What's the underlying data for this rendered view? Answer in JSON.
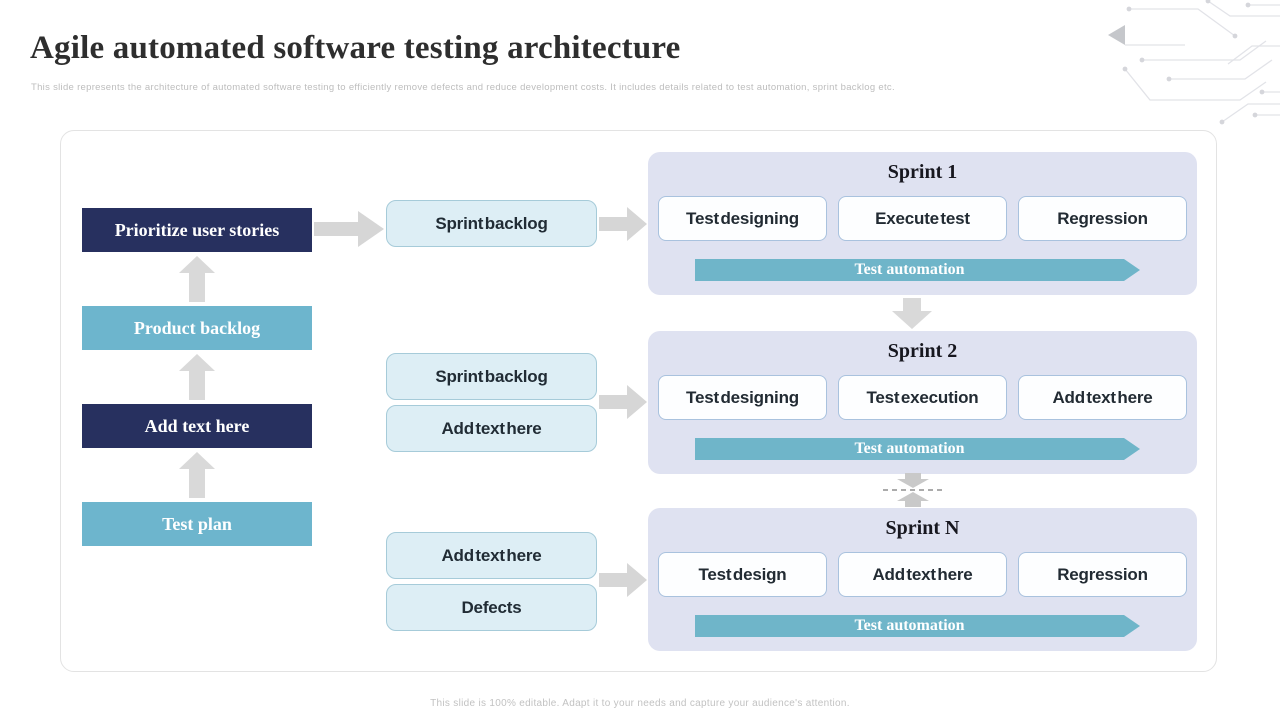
{
  "slide": {
    "title": "Agile automated software testing architecture",
    "subtitle": "This slide represents the architecture of automated software testing to efficiently remove defects and reduce development costs. It includes details related to test automation, sprint backlog etc.",
    "footer": "This slide is 100% editable. Adapt it to your needs and capture your audience's attention."
  },
  "left_flow": {
    "items": [
      {
        "label": "Prioritize user stories",
        "variant": "navy"
      },
      {
        "label": "Product backlog",
        "variant": "teal"
      },
      {
        "label": "Add text here",
        "variant": "navy"
      },
      {
        "label": "Test plan",
        "variant": "teal"
      }
    ]
  },
  "middle_flow": {
    "groups": [
      {
        "boxes": [
          "Sprint backlog"
        ]
      },
      {
        "boxes": [
          "Sprint backlog",
          "Add text here"
        ]
      },
      {
        "boxes": [
          "Add text here",
          "Defects"
        ]
      }
    ]
  },
  "sprints": [
    {
      "title": "Sprint 1",
      "tasks": [
        "Test designing",
        "Execute test",
        "Regression"
      ],
      "banner": "Test automation"
    },
    {
      "title": "Sprint 2",
      "tasks": [
        "Test designing",
        "Test execution",
        "Add text here"
      ],
      "banner": "Test automation"
    },
    {
      "title": "Sprint N",
      "tasks": [
        "Test design",
        "Add text here",
        "Regression"
      ],
      "banner": "Test automation"
    }
  ],
  "icons": {
    "up_arrow": "up-arrow-icon",
    "right_arrow": "right-arrow-icon",
    "down_arrow": "down-arrow-icon",
    "converge_arrows": "converge-arrows-icon",
    "circuit": "circuit-decoration"
  },
  "colors": {
    "navy": "#27305f",
    "teal": "#6db5cd",
    "panel_bg": "#dfe2f1",
    "mid_box_bg": "#ddeef5",
    "mid_box_border": "#a6cbd9",
    "task_box_bg": "#fdfeff",
    "task_box_border": "#a9c2de",
    "banner_teal": "#6fb5c9",
    "arrow_gray": "#d6d6d6",
    "title_text": "#2e2e2e",
    "muted_text": "#bdbdbd"
  }
}
